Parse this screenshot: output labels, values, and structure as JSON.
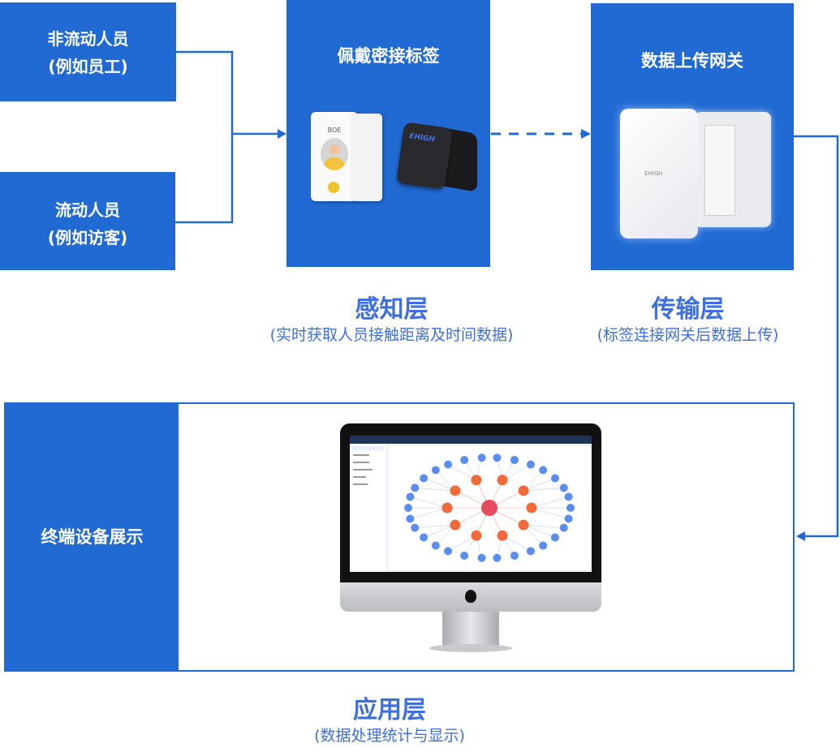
{
  "sources": [
    {
      "line1": "非流动人员",
      "line2": "(例如员工)"
    },
    {
      "line1": "流动人员",
      "line2": "(例如访客)"
    }
  ],
  "tag_box": {
    "title": "佩戴密接标签",
    "badge_brand": "BOE",
    "wristband_brand": "EHIGH"
  },
  "gateway_box": {
    "title": "数据上传网关",
    "device_brand": "EHIGH"
  },
  "layers": {
    "perception": {
      "title": "感知层",
      "subtitle": "(实时获取人员接触距离及时间数据)"
    },
    "transport": {
      "title": "传输层",
      "subtitle": "(标签连接网关后数据上传)"
    },
    "application": {
      "title": "应用层",
      "subtitle": "(数据处理统计与显示)"
    }
  },
  "terminal": {
    "label": "终端设备展示"
  },
  "colors": {
    "brand_blue": "#216ad4",
    "layer_text": "#3d6fe0",
    "node_blue": "#5b8def",
    "node_orange": "#f26a3a",
    "node_red": "#e84a5f"
  }
}
